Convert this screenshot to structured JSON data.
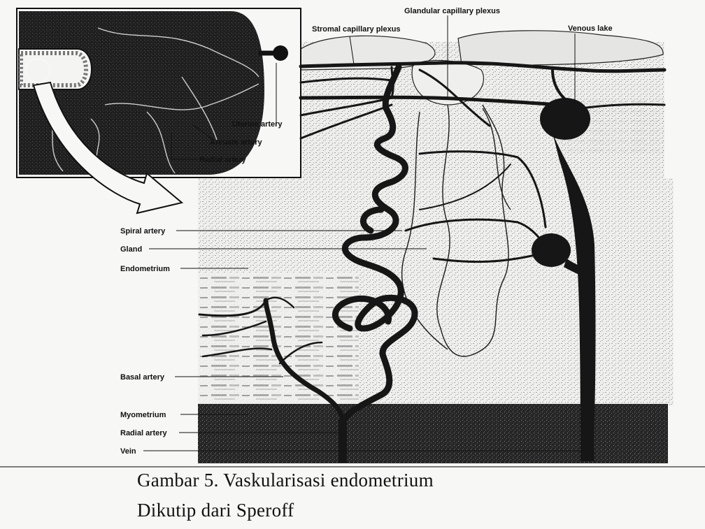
{
  "labels": {
    "glandular_capillary_plexus": "Glandular capillary plexus",
    "stromal_capillary_plexus": "Stromal capillary plexus",
    "venous_lake": "Venous lake",
    "uterine_artery": "Uterine artery",
    "arcuate_artery": "Arcuate artery",
    "radial_artery_inset": "Radial artery",
    "spiral_artery": "Spiral artery",
    "gland": "Gland",
    "endometrium": "Endometrium",
    "basal_artery": "Basal artery",
    "myometrium": "Myometrium",
    "radial_artery": "Radial artery",
    "vein": "Vein"
  },
  "caption": {
    "line1": "Gambar 5. Vaskularisasi endometrium",
    "line2": "Dikutip dari Speroff"
  },
  "colors": {
    "vessel": "#161616",
    "stipple": "#777777",
    "myometrium": "#2b2b2b",
    "paper": "#f7f7f5"
  }
}
